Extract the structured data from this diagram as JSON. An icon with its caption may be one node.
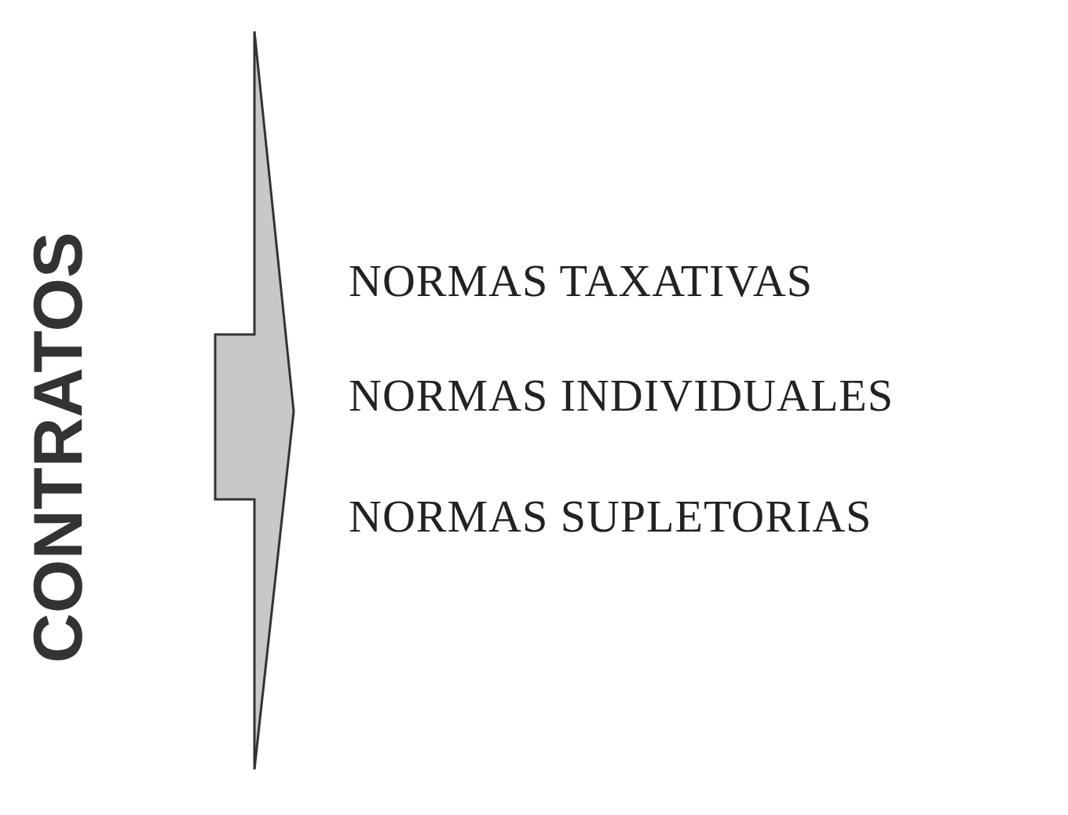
{
  "diagram": {
    "labels": [
      "CONTRATOS",
      "NORMAS TAXATIVAS",
      "NORMAS INDIVIDUALES",
      "NORMAS SUPLETORIAS"
    ]
  }
}
